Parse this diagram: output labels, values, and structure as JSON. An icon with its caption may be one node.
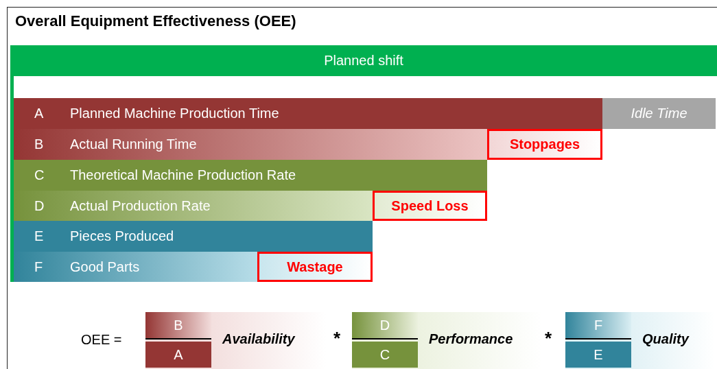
{
  "diagram": {
    "title": "Overall Equipment Effectiveness (OEE)",
    "nodes": [
      {
        "text": [
          "Planned shift"
        ]
      },
      {
        "text": [
          "A",
          "Planned Machine Production Time"
        ]
      },
      {
        "text": [
          "Idle Time"
        ]
      },
      {
        "text": [
          "B",
          "Actual Running Time"
        ]
      },
      {
        "text": [
          "Stoppages"
        ]
      },
      {
        "text": [
          "C",
          "Theoretical Machine Production Rate"
        ]
      },
      {
        "text": [
          "D",
          "Actual Production Rate"
        ]
      },
      {
        "text": [
          "Speed Loss"
        ]
      },
      {
        "text": [
          "E",
          "Pieces Produced"
        ]
      },
      {
        "text": [
          "F",
          "Good Parts"
        ]
      },
      {
        "text": [
          "Wastage"
        ]
      },
      {
        "text": [
          "B",
          "A",
          "Availability"
        ]
      },
      {
        "text": [
          "D",
          "C",
          "Performance"
        ]
      },
      {
        "text": [
          "F",
          "E",
          "Quality"
        ]
      }
    ],
    "labels": [
      "OEE =",
      "*",
      "*"
    ]
  }
}
